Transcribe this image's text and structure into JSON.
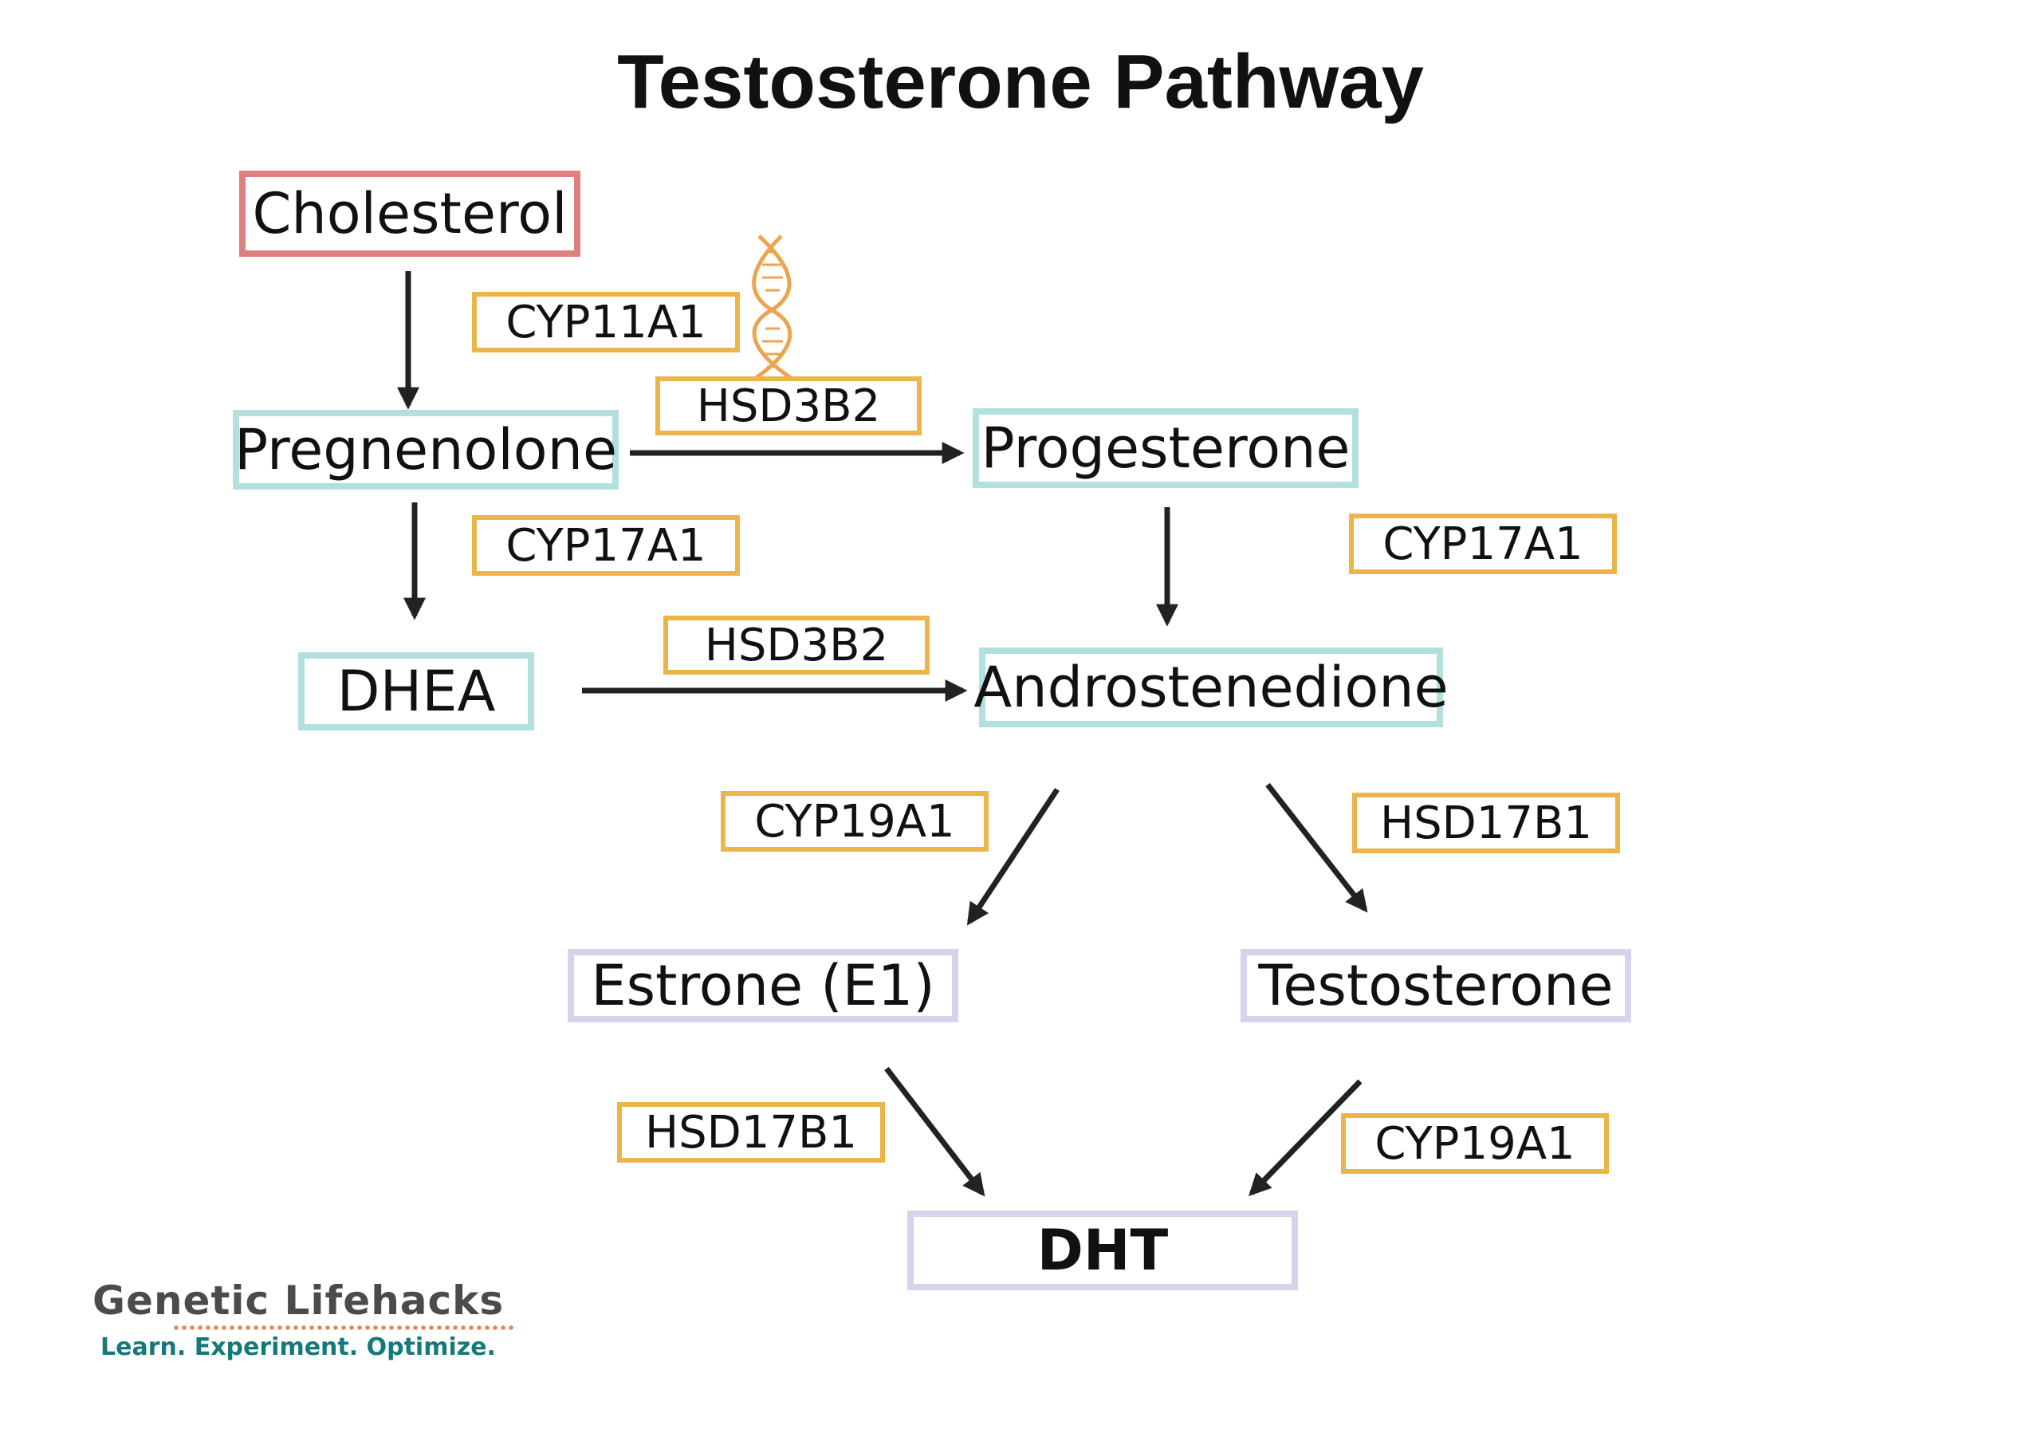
{
  "title": "Testosterone Pathway",
  "colors": {
    "start_node_border": "#e07f7f",
    "intermediate_node_border": "#b2e1dd",
    "end_node_border": "#d7d3ec",
    "enzyme_border": "#edb44a",
    "arrow": "#222222",
    "dna_icon": "#eba550",
    "logo_text": "#4b4b4b",
    "logo_tagline": "#137a7a"
  },
  "nodes": {
    "cholesterol": "Cholesterol",
    "pregnenolone": "Pregnenolone",
    "progesterone": "Progesterone",
    "dhea": "DHEA",
    "androstenedione": "Androstenedione",
    "estrone": "Estrone (E1)",
    "testosterone": "Testosterone",
    "dht": "DHT"
  },
  "enzymes": {
    "cholesterol_to_pregnenolone": "CYP11A1",
    "pregnenolone_to_progesterone": "HSD3B2",
    "pregnenolone_to_dhea": "CYP17A1",
    "progesterone_to_androstenedione": "CYP17A1",
    "dhea_to_androstenedione": "HSD3B2",
    "androstenedione_to_estrone": "CYP19A1",
    "androstenedione_to_testosterone": "HSD17B1",
    "estrone_to_dht": "HSD17B1",
    "testosterone_to_dht": "CYP19A1"
  },
  "logo": {
    "name": "Genetic Lifehacks",
    "tagline": "Learn. Experiment. Optimize."
  }
}
